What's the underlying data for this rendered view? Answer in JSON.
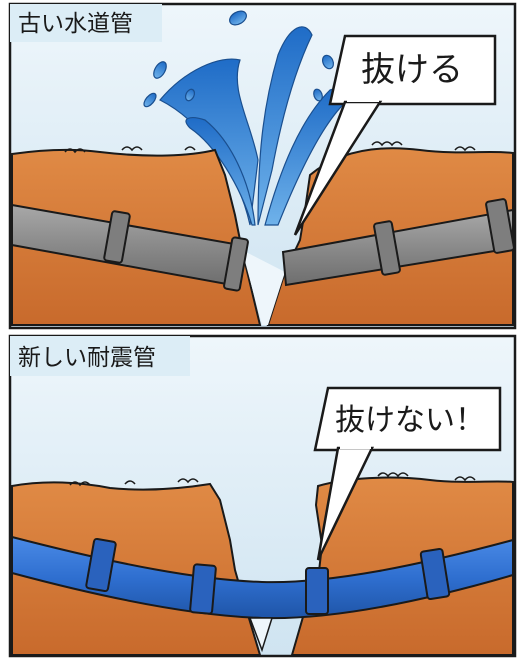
{
  "panels": [
    {
      "id": "old",
      "title": "古い水道管",
      "callout": "抜ける"
    },
    {
      "id": "new",
      "title": "新しい耐震管",
      "callout": "抜けない！"
    }
  ],
  "colors": {
    "sky": "#dcedf6",
    "earth": "#d97a3a",
    "earth_dark": "#b45a22",
    "old_pipe": "#8e8e8e",
    "new_pipe": "#2f6fd0",
    "water": "#2f7fd9",
    "outline": "#1a1a1a"
  }
}
